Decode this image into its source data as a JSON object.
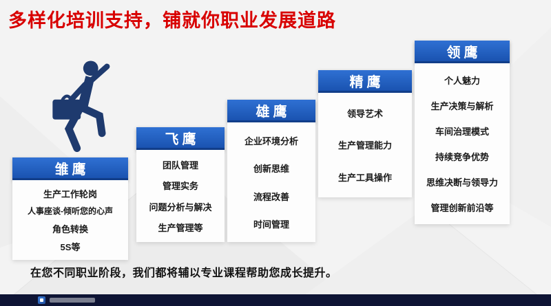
{
  "slide": {
    "title": "多样化培训支持，铺就你职业发展道路",
    "footer_note": "在您不同职业阶段，我们都将辅以专业课程帮助您成长提升。"
  },
  "levels": [
    {
      "name": "雏鹰",
      "items": [
        "生产工作轮岗",
        "人事座谈-倾听您的心声",
        "角色转换",
        "5S等"
      ]
    },
    {
      "name": "飞鹰",
      "items": [
        "团队管理",
        "管理实务",
        "问题分析与解决",
        "生产管理等"
      ]
    },
    {
      "name": "雄鹰",
      "items": [
        "企业环境分析",
        "创新思维",
        "流程改善",
        "时间管理"
      ]
    },
    {
      "name": "精鹰",
      "items": [
        "领导艺术",
        "生产管理能力",
        "生产工具操作"
      ]
    },
    {
      "name": "领鹰",
      "items": [
        "个人魅力",
        "生产决策与解析",
        "车间治理模式",
        "持续竞争优势",
        "思维决断与领导力",
        "管理创新前沿等"
      ]
    }
  ],
  "colors": {
    "title_red": "#d80000",
    "header_blue": "#1d5cc0",
    "header_blue_dark": "#123f8c",
    "body_white": "#fdfdfd",
    "footer_dark": "#0e1434",
    "figure_navy": "#1e3a6e",
    "background_gray": "#f3f3f3"
  },
  "icons": {
    "climbing_person": "climbing-person-figure",
    "footer_logo": "company-logo"
  }
}
